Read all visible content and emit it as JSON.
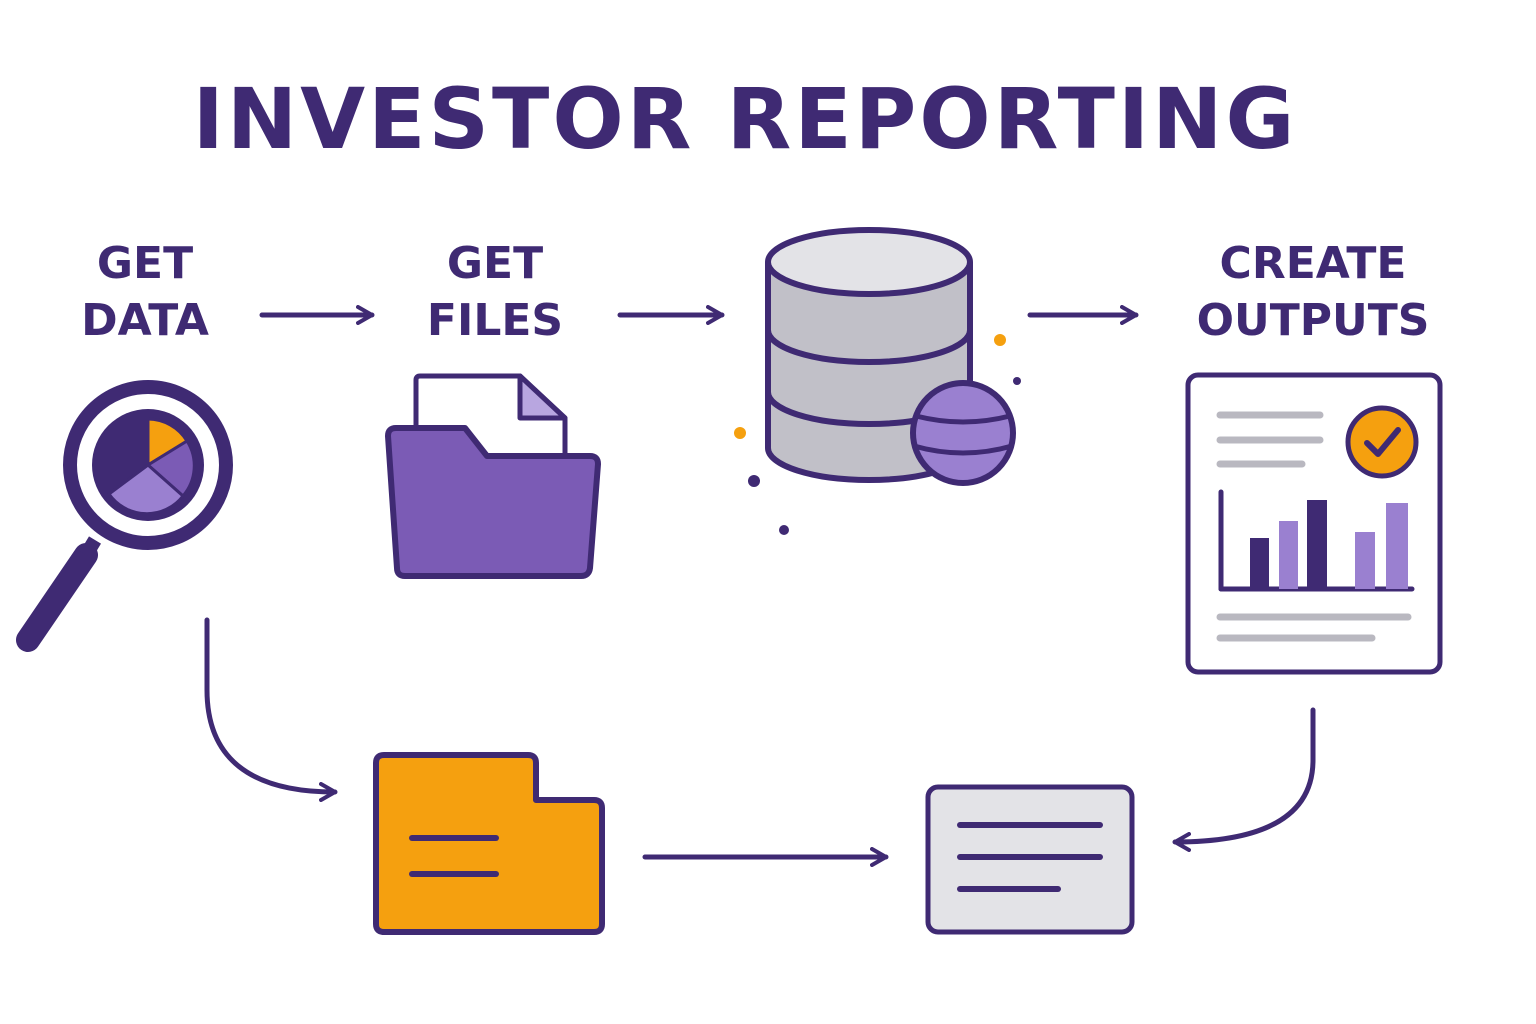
{
  "title": "INVESTOR REPORTING",
  "steps": {
    "get_data": {
      "line1": "GET",
      "line2": "DATA",
      "icon": "magnifier-pie-chart-icon"
    },
    "get_files": {
      "line1": "GET",
      "line2": "FILES",
      "icon": "folder-document-icon"
    },
    "database": {
      "icon": "database-globe-icon"
    },
    "create_outputs": {
      "line1": "CREATE",
      "line2": "OUTPUTS",
      "icon": "report-chart-icon"
    },
    "orange_folder": {
      "icon": "orange-folder-icon"
    },
    "gray_document": {
      "icon": "document-card-icon"
    }
  },
  "colors": {
    "outline": "#3f2a73",
    "purple": "#7b5bb5",
    "light_purple": "#9a80d0",
    "orange": "#f5a00f",
    "gray": "#b9b8c0",
    "light_gray": "#e3e3e7"
  }
}
